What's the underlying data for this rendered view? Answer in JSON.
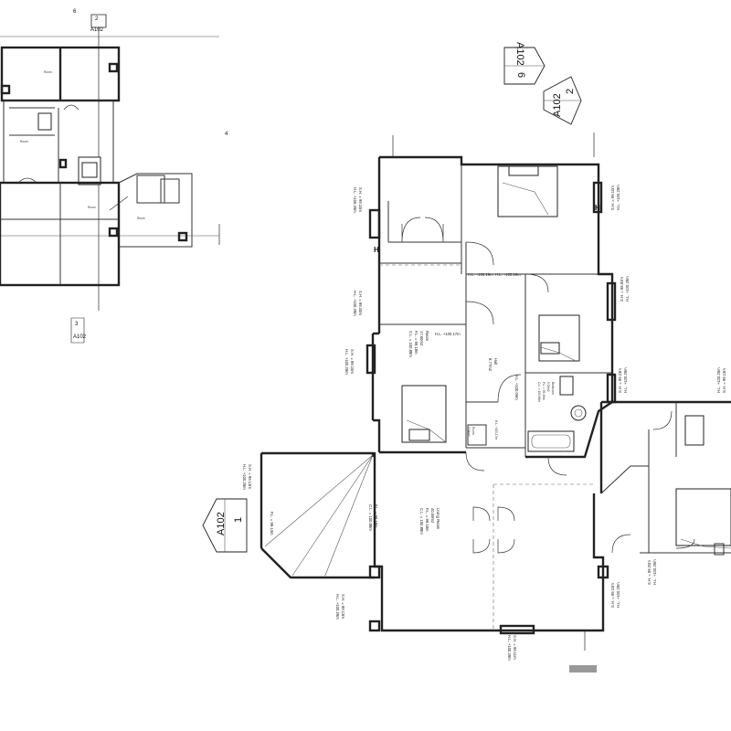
{
  "section_markers": {
    "top_small": {
      "number": "2",
      "sheet": "A102"
    },
    "top_small_num": "6",
    "top_large_a": {
      "sheet": "A102",
      "number": "6"
    },
    "top_large_b": {
      "number": "2",
      "sheet": "A102"
    },
    "left_large": {
      "number": "1",
      "sheet": "A102"
    },
    "key_plan_bottom": {
      "number": "3",
      "sheet": "A102"
    },
    "key_plan_side": "4"
  },
  "rooms": {
    "bedroom_upper": {
      "name": "Room",
      "area": "17.60m2",
      "fl": "F.L. = 99.18m",
      "cl": "C.L. = 100.88m"
    },
    "hall": {
      "name": "Hall",
      "area": "8.77m2"
    },
    "bathroom": {
      "name": "Bathroom",
      "area": "5.05m2",
      "fl": "F.L. = 99.28m",
      "cl": "C.L. = 100.88m"
    },
    "living": {
      "name": "Living Room",
      "area": "40.59m2",
      "fl": "F.L. = 99.18m",
      "cl": "C.L. = 100.88m"
    },
    "store": {
      "name": "Room",
      "area": "3.04m2"
    },
    "balcony": {
      "fl": "F.L. = 99.13m"
    }
  },
  "levels": {
    "hl_pair_left": "H.L. +100.19m",
    "hl_pair_right": "H.L. +100.19m",
    "hl_mid": "H.L. +100.17m",
    "hl_hall": "H.L. +100.09m",
    "hl_store": "H.L. +100.17m"
  },
  "sills": {
    "s1": {
      "sh": "S.H. = 99.10m",
      "hl": "H.L. +100.29m"
    },
    "s2": {
      "sh": "S.H. = 99.40m",
      "hl": "H.L. +100.29m"
    },
    "s3": {
      "sh": "S.H. = 99.10m",
      "hl": "H.L. +100.29m"
    },
    "s4": {
      "sh": "S.H. = 98.82m",
      "hl": "H.L. +100.29m"
    },
    "s5": {
      "sh": "S.H. = 99.10m",
      "hl": "H.L. +100.29m"
    },
    "s6": {
      "sh": "S.H. = 99.23m",
      "hl": "H.L. +100.29m"
    },
    "s7": {
      "sh": "S.H. = 99.13m",
      "hl": "H.L. +100.29m"
    },
    "s8": {
      "sh": "S.H. = 99.11m",
      "hl": "H.L. +100.29m"
    },
    "s9": {
      "sh": "S.H. = 99.13m",
      "hl": "H.L. +100.29m"
    },
    "s10": {
      "sh": "S.H. = 99.10m",
      "hl": "H.L. +100.29m"
    },
    "s11": {
      "sh": "S.H. = 99.20m",
      "hl": "H.L. +100.29m"
    },
    "s12": {
      "sh": "S.H. = 99.13m",
      "hl": "H.L. +100.29m"
    }
  },
  "heater_mark": "H"
}
